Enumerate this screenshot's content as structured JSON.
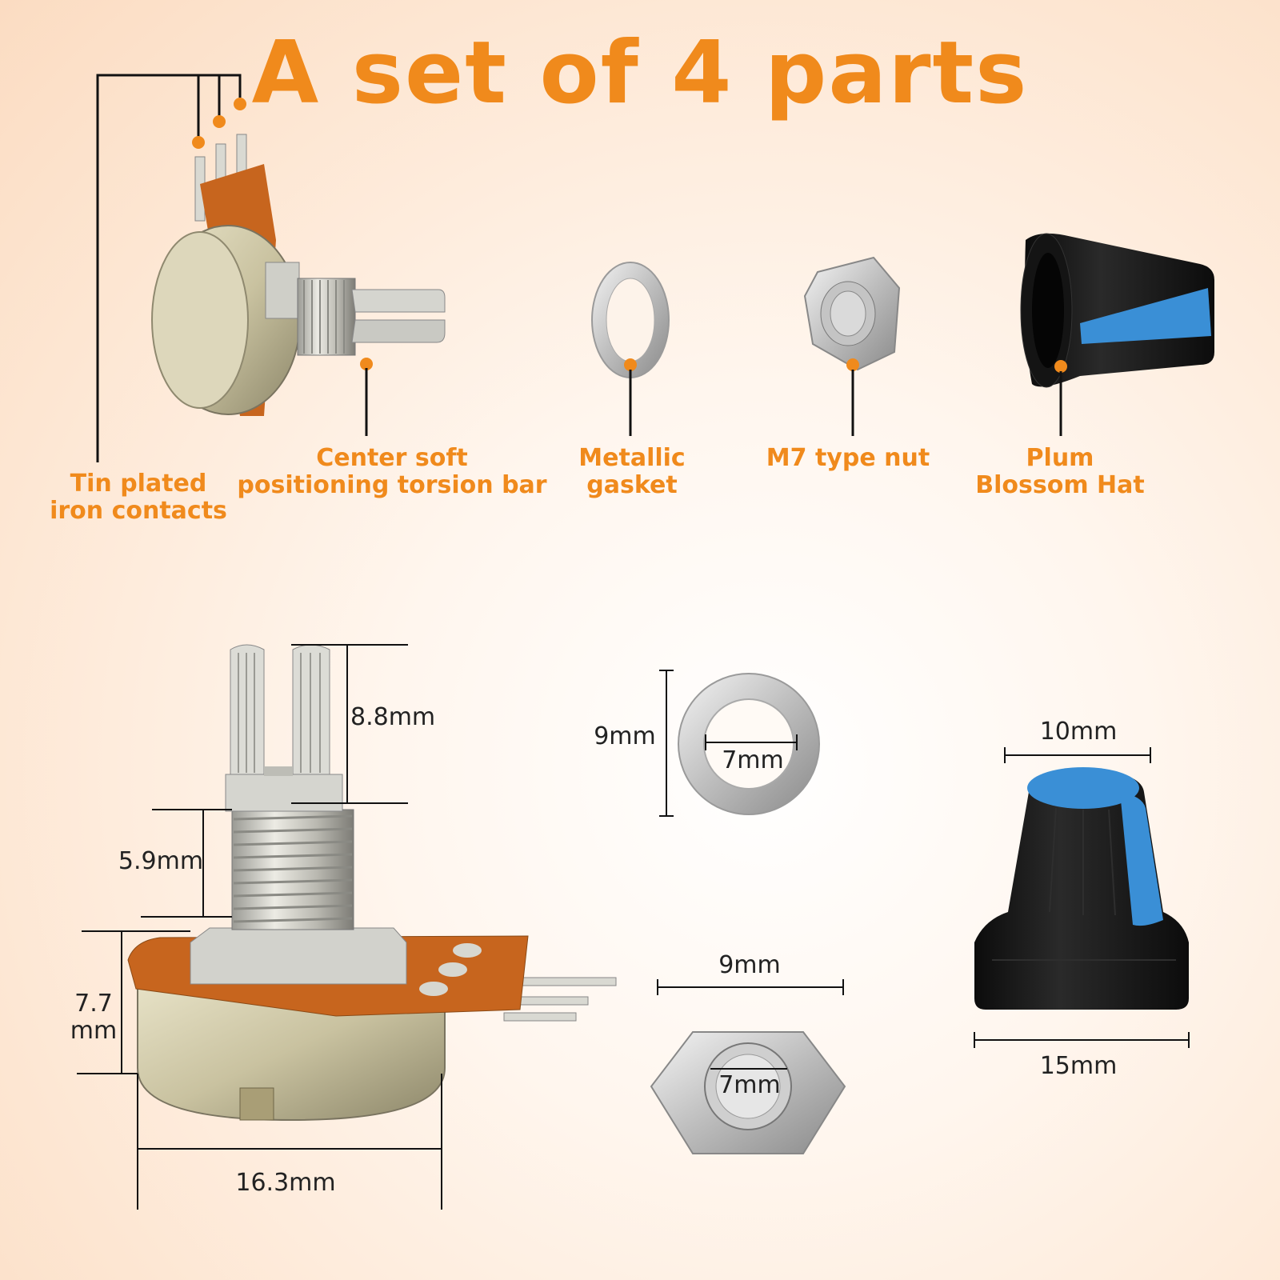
{
  "title": "A set of 4 parts",
  "parts": {
    "contacts": "Tin plated\niron contacts",
    "torsion_bar": "Center soft\npositioning torsion bar",
    "gasket": "Metallic\ngasket",
    "nut": "M7 type nut",
    "hat": "Plum\nBlossom Hat"
  },
  "dimensions": {
    "shaft_knurl": "8.8mm",
    "thread": "5.9mm",
    "body_height": "7.7\nmm",
    "body_width": "16.3mm",
    "gasket_outer": "9mm",
    "gasket_inner": "7mm",
    "nut_outer": "9mm",
    "nut_inner": "7mm",
    "knob_top": "10mm",
    "knob_base": "15mm"
  },
  "colors": {
    "accent": "#f08a1c",
    "knob_blue": "#3a8fd6",
    "knob_black": "#1c1c1c"
  }
}
